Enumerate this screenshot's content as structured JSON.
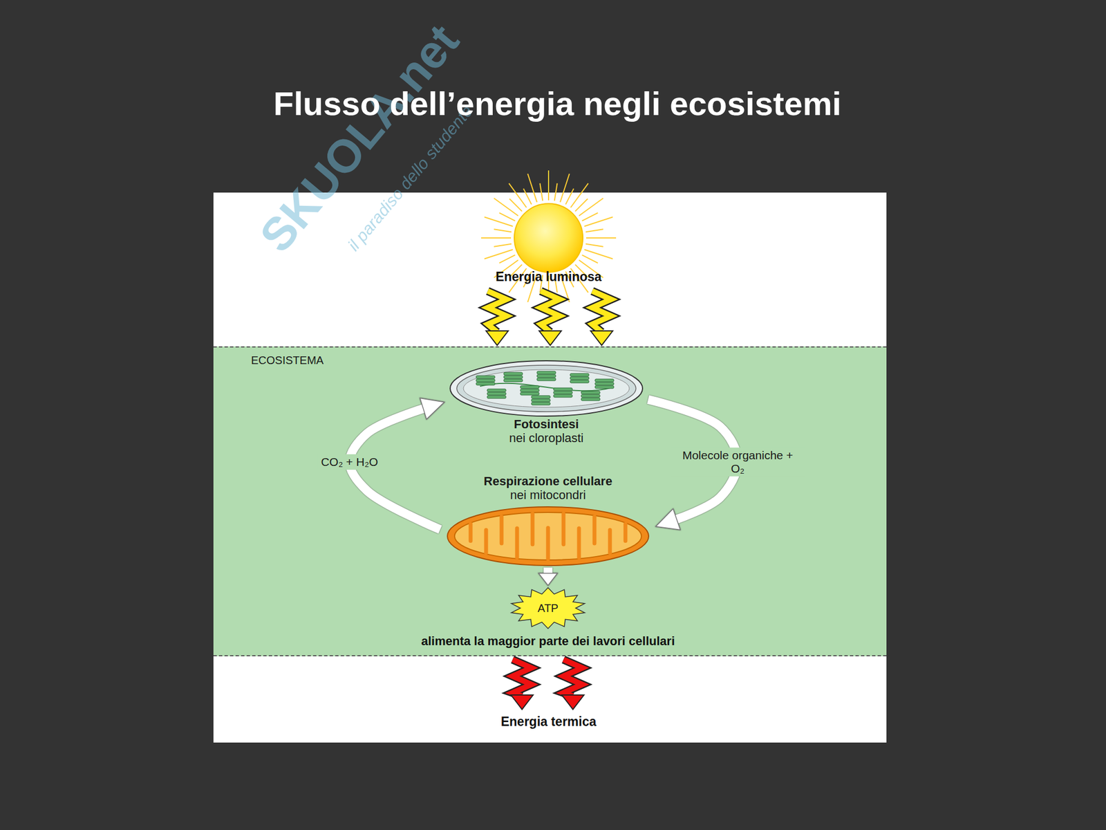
{
  "diagram": {
    "title": "Flusso dell’energia negli ecosistemi",
    "nodes": [
      {
        "text": [
          "ECOSISTEMA"
        ]
      },
      {
        "text": [
          "Fotosintesi",
          "nei cloroplasti"
        ],
        "in": 0
      },
      {
        "text": [
          "Respirazione cellulare",
          "nei mitocondri"
        ],
        "in": 0
      },
      {
        "text": [
          "ATP"
        ],
        "in": 0
      }
    ],
    "edges": [
      {
        "from": 1,
        "to": 2,
        "arrow": "to",
        "label": "Molecole organiche + O₂"
      },
      {
        "from": 2,
        "to": 1,
        "arrow": "to",
        "label": "CO₂ + H₂O"
      },
      {
        "from": 2,
        "to": 3,
        "arrow": "to"
      }
    ],
    "labels": [
      "Energia luminosa",
      "alimenta la maggior parte dei lavori cellulari",
      "Energia termica",
      "SKUOLA.net",
      "il paradiso dello studente"
    ]
  }
}
